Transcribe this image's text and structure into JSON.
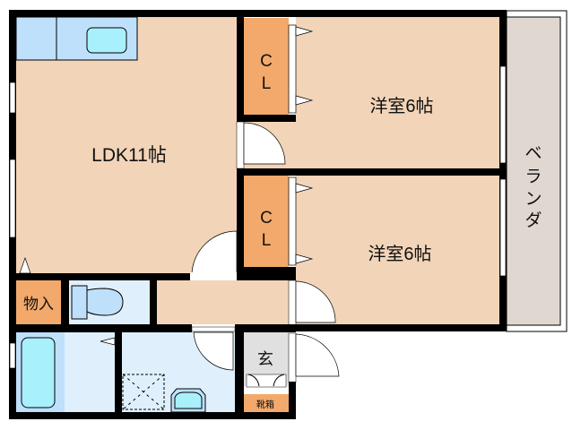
{
  "rooms": {
    "ldk": "LDK11帖",
    "closet_1": [
      "C",
      "L"
    ],
    "closet_2": [
      "C",
      "L"
    ],
    "bedroom_1": "洋室6帖",
    "bedroom_2": "洋室6帖",
    "veranda": [
      "ベ",
      "ラ",
      "ン",
      "ダ"
    ],
    "storage": "物入",
    "entrance": "玄",
    "shoe_box": "靴箱"
  },
  "colors": {
    "room": "#f2d4b8",
    "closet": "#f2a96b",
    "wet_area": "#dff0fc",
    "fixture": "#bfe0fb",
    "water": "#a8f0fb",
    "veranda": "#e0d8d0",
    "entrance": "#e0e0e0",
    "wall": "#000000"
  }
}
